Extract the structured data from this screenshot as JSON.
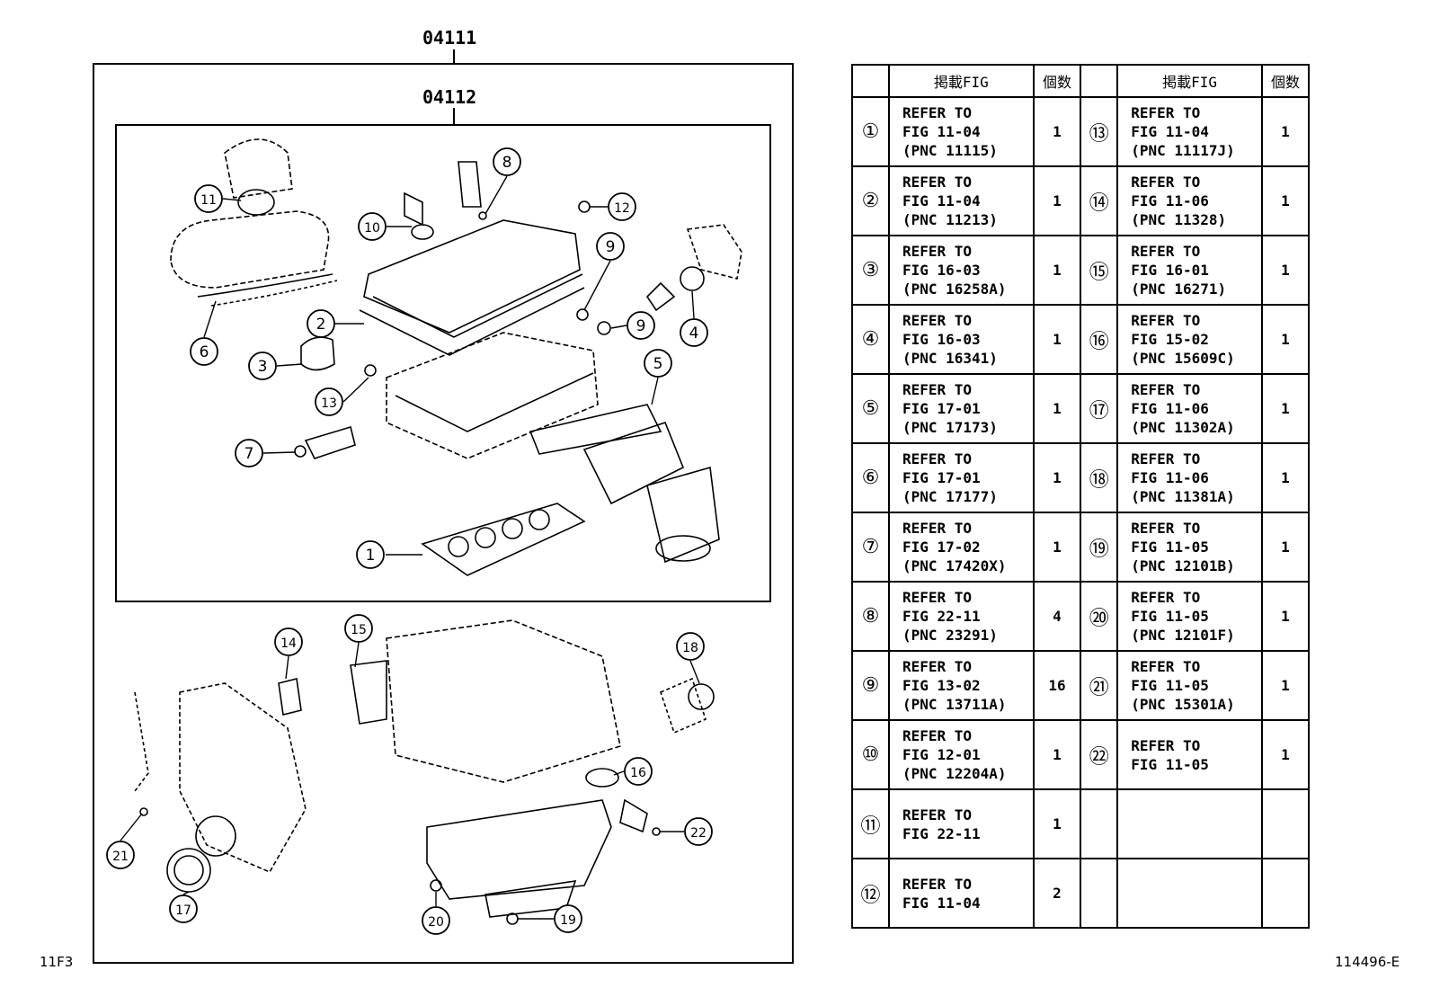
{
  "kit_labels": {
    "outer": "04111",
    "inner": "04112"
  },
  "corner_left": "11F3",
  "corner_right": "114496-E",
  "table": {
    "headers": {
      "fig": "掲載FIG",
      "qty": "個数"
    },
    "rows": [
      {
        "left": {
          "num": "①",
          "lines": [
            "REFER TO",
            "FIG 11-04",
            "(PNC 11115)"
          ],
          "qty": "1"
        },
        "right": {
          "num": "⑬",
          "lines": [
            "REFER TO",
            "FIG 11-04",
            "(PNC 11117J)"
          ],
          "qty": "1"
        }
      },
      {
        "left": {
          "num": "②",
          "lines": [
            "REFER TO",
            "FIG 11-04",
            "(PNC 11213)"
          ],
          "qty": "1"
        },
        "right": {
          "num": "⑭",
          "lines": [
            "REFER TO",
            "FIG 11-06",
            "(PNC 11328)"
          ],
          "qty": "1"
        }
      },
      {
        "left": {
          "num": "③",
          "lines": [
            "REFER TO",
            "FIG 16-03",
            "(PNC 16258A)"
          ],
          "qty": "1"
        },
        "right": {
          "num": "⑮",
          "lines": [
            "REFER TO",
            "FIG 16-01",
            "(PNC 16271)"
          ],
          "qty": "1"
        }
      },
      {
        "left": {
          "num": "④",
          "lines": [
            "REFER TO",
            "FIG 16-03",
            "(PNC 16341)"
          ],
          "qty": "1"
        },
        "right": {
          "num": "⑯",
          "lines": [
            "REFER TO",
            "FIG 15-02",
            "(PNC 15609C)"
          ],
          "qty": "1"
        }
      },
      {
        "left": {
          "num": "⑤",
          "lines": [
            "REFER TO",
            "FIG 17-01",
            "(PNC 17173)"
          ],
          "qty": "1"
        },
        "right": {
          "num": "⑰",
          "lines": [
            "REFER TO",
            "FIG 11-06",
            "(PNC 11302A)"
          ],
          "qty": "1"
        }
      },
      {
        "left": {
          "num": "⑥",
          "lines": [
            "REFER TO",
            "FIG 17-01",
            "(PNC 17177)"
          ],
          "qty": "1"
        },
        "right": {
          "num": "⑱",
          "lines": [
            "REFER TO",
            "FIG 11-06",
            "(PNC 11381A)"
          ],
          "qty": "1"
        }
      },
      {
        "left": {
          "num": "⑦",
          "lines": [
            "REFER TO",
            "FIG 17-02",
            "(PNC 17420X)"
          ],
          "qty": "1"
        },
        "right": {
          "num": "⑲",
          "lines": [
            "REFER TO",
            "FIG 11-05",
            "(PNC 12101B)"
          ],
          "qty": "1"
        }
      },
      {
        "left": {
          "num": "⑧",
          "lines": [
            "REFER TO",
            "FIG 22-11",
            "(PNC 23291)"
          ],
          "qty": "4"
        },
        "right": {
          "num": "⑳",
          "lines": [
            "REFER TO",
            "FIG 11-05",
            "(PNC 12101F)"
          ],
          "qty": "1"
        }
      },
      {
        "left": {
          "num": "⑨",
          "lines": [
            "REFER TO",
            "FIG 13-02",
            "(PNC 13711A)"
          ],
          "qty": "16"
        },
        "right": {
          "num": "㉑",
          "lines": [
            "REFER TO",
            "FIG 11-05",
            "(PNC 15301A)"
          ],
          "qty": "1"
        }
      },
      {
        "left": {
          "num": "⑩",
          "lines": [
            "REFER TO",
            "FIG 12-01",
            "(PNC 12204A)"
          ],
          "qty": "1"
        },
        "right": {
          "num": "㉒",
          "lines": [
            "REFER TO",
            "FIG 11-05"
          ],
          "qty": "1"
        }
      },
      {
        "left": {
          "num": "⑪",
          "lines": [
            "REFER TO",
            "FIG 22-11"
          ],
          "qty": "1"
        },
        "right": {
          "num": "",
          "lines": [],
          "qty": ""
        }
      },
      {
        "left": {
          "num": "⑫",
          "lines": [
            "REFER TO",
            "FIG 11-04"
          ],
          "qty": "2"
        },
        "right": {
          "num": "",
          "lines": [],
          "qty": ""
        }
      }
    ]
  },
  "callouts": [
    "1",
    "2",
    "3",
    "4",
    "5",
    "6",
    "7",
    "8",
    "9",
    "9",
    "10",
    "11",
    "12",
    "13",
    "14",
    "15",
    "16",
    "17",
    "18",
    "19",
    "20",
    "21",
    "22"
  ]
}
